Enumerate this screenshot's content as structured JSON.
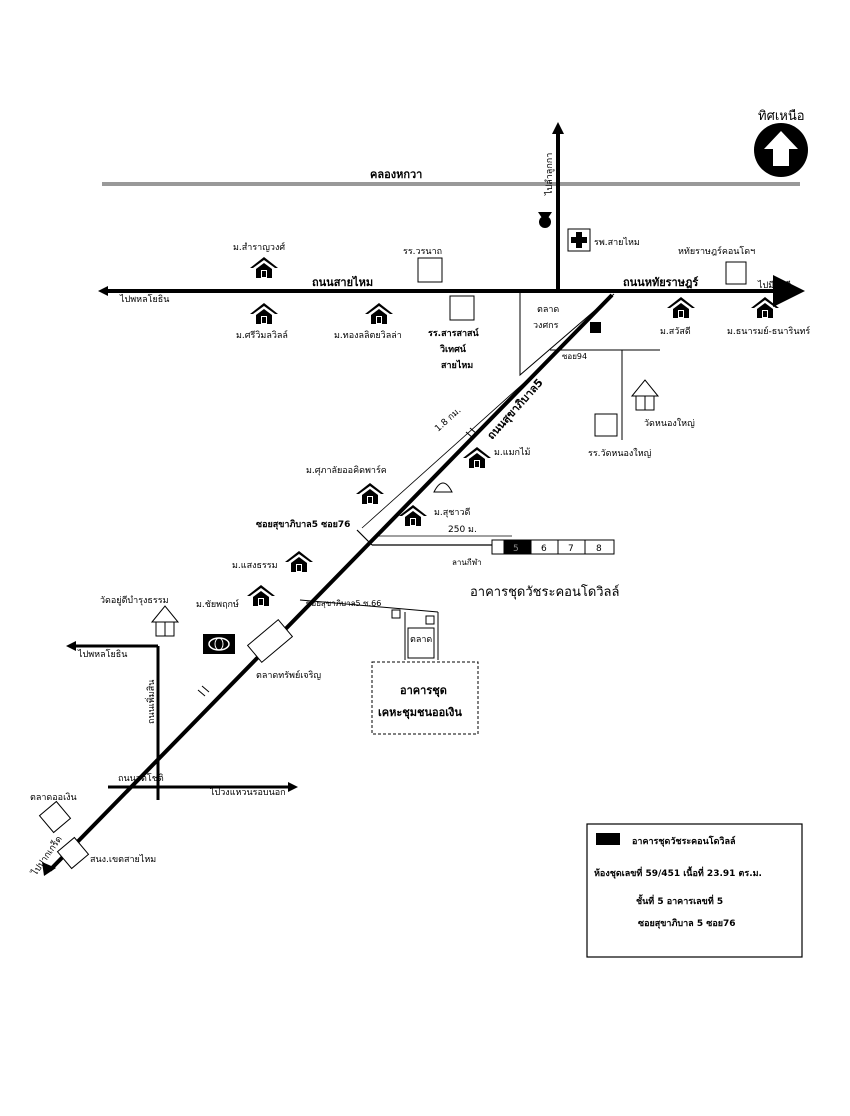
{
  "north": {
    "label": "ทิศเหนือ"
  },
  "canal": {
    "label": "คลองหกวา"
  },
  "roads": {
    "sai_mai": "ถนนสายไหม",
    "hathai_rat": "ถนนหทัยราษฎร์",
    "sukhaphiban5": "ถนนสุขาภิบาล5",
    "phahon_left": "ไปพหลโยธิน",
    "min_buri": "ไปมีนบุรี",
    "lam_luk_ka": "ไปลำลูกกา",
    "soi94": "ซอย94",
    "soi76": "ซอยสุขาภิบาล5 ซอย76",
    "soi66": "ซอยสุขาภิบาล5 ซ.66",
    "phahon_left2": "ไปพหลโยธิน",
    "phoem_sin": "ถนนเพิ่มสิน",
    "chot_chuang": "ถนนจตโชติ",
    "outer_ring": "ไปวงแหวนรอบนอก",
    "pak_kret": "ไปปากเกร็ด"
  },
  "distances": {
    "d1": "1.8 กม.",
    "d2": "250 ม."
  },
  "places": {
    "rawang": "ม.สำราญวงศ์",
    "worranart": "รร.วรนาถ",
    "sai_mai_hosp": "รพ.สายไหม",
    "hathai_condo": "หทัยราษฎร์คอนโดฯ",
    "srimuen": "ม.ศรีวิมลวิลล์",
    "thonglit": "ม.ทองลลิตยวิลล่า",
    "school1": "รร.สารสาสน์",
    "school2": "วิเทศน์",
    "school3": "สายไหม",
    "market_wongsakorn1": "ตลาด",
    "market_wongsakorn2": "วงศกร",
    "swadee": "ม.สวัสดี",
    "thanarom": "ม.ธนารมย์-ธนารินทร์",
    "wat_nong_yai": "วัดหนองใหญ่",
    "wat_school": "รร.วัดหนองใหญ่",
    "makmai": "ม.แมกไม้",
    "supalai": "ม.ศุภาลัยออคิดพาร์ค",
    "suchawadee": "ม.สุชาวดี",
    "laeng_tham": "ม.แสงธรรม",
    "chai_pruek": "ม.ชัยพฤกษ์",
    "wat_yu_di": "วัดอยู่ดีบำรุงธรรม",
    "talad_sap": "ตลาดทรัพย์เจริญ",
    "market_small": "ตลาด",
    "khehachumchon1": "อาคารชุด",
    "khehachumchon2": "เคหะชุมชนออเงิน",
    "talad_o_ngoen": "ตลาดออเงิน",
    "sanong": "สนง.เขตสายไหม",
    "ruay": "ลานกีฬา",
    "condo_title": "อาคารชุดวัชระคอนโดวิลล์"
  },
  "buildings": [
    "5",
    "6",
    "7",
    "8"
  ],
  "legend": {
    "title": "อาคารชุดวัชระคอนโดวิลล์",
    "line1": "ห้องชุดเลขที่ 59/451   เนื้อที่ 23.91 ตร.ม.",
    "line2": "ชั้นที่ 5   อาคารเลขที่ 5",
    "line3": "ซอยสุขาภิบาล 5 ซอย76"
  }
}
